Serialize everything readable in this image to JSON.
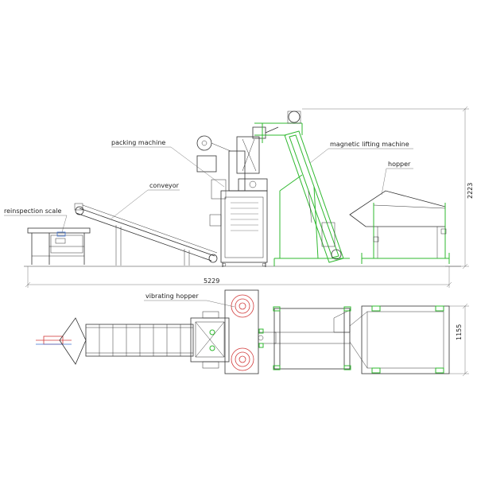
{
  "labels": {
    "reinspection_scale": "reinspection scale",
    "conveyor": "conveyor",
    "packing_machine": "packing machine",
    "magnetic_lifting_machine": "magnetic lifting machine",
    "hopper": "hopper",
    "vibrating_hopper": "vibrating hopper"
  },
  "dimensions": {
    "overall_length": "5229",
    "overall_height": "2223",
    "plan_width": "1155"
  },
  "colors": {
    "line": "#333333",
    "frame_highlight": "#2fb82f",
    "hopper_rings": "#d23a3a",
    "scale_detail": "#3b6fd1"
  }
}
